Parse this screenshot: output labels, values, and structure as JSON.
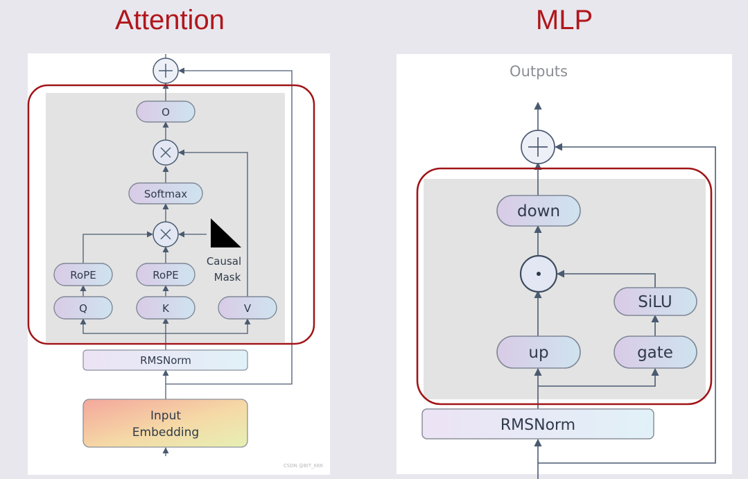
{
  "titles": {
    "attention": "Attention",
    "mlp": "MLP"
  },
  "attention": {
    "o": "O",
    "softmax": "Softmax",
    "rope_q": "RoPE",
    "rope_k": "RoPE",
    "q": "Q",
    "k": "K",
    "v": "V",
    "causal": "Causal",
    "mask": "Mask",
    "rmsnorm": "RMSNorm",
    "input": "Input",
    "embedding": "Embedding",
    "watermark": "CSDN @BIT_666"
  },
  "mlp": {
    "outputs": "Outputs",
    "down": "down",
    "silu": "SiLU",
    "up": "up",
    "gate": "gate",
    "rmsnorm": "RMSNorm"
  },
  "colors": {
    "background": "#e8e7ee",
    "panel": "#ffffff",
    "block_bg": "#e3e3e3",
    "highlight": "#a01418",
    "title": "#b0161b",
    "line": "#4a5a70"
  }
}
